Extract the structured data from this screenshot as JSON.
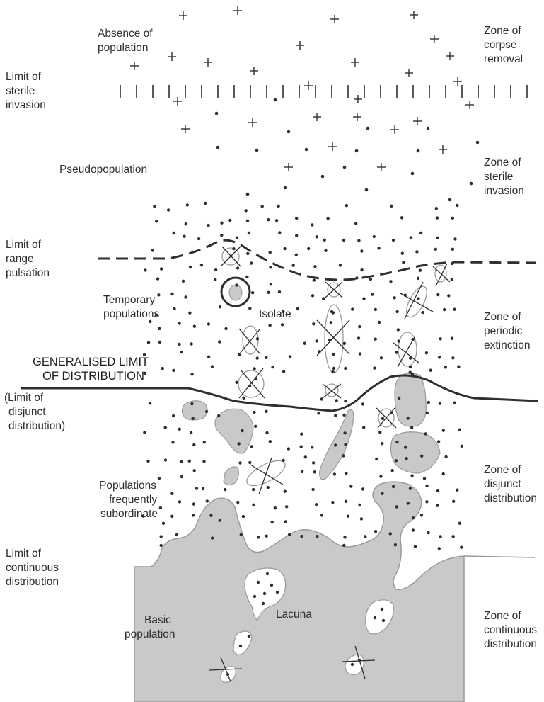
{
  "labels": {
    "absence": [
      "Absence of",
      "population"
    ],
    "corpse": [
      "Zone of",
      "corpse",
      "removal"
    ],
    "sterile_limit": [
      "Limit of",
      "sterile",
      "invasion"
    ],
    "pseudo": [
      "Pseudopopulation"
    ],
    "sterile_zone": [
      "Zone of",
      "sterile",
      "invasion"
    ],
    "range_limit": [
      "Limit of",
      "range",
      "pulsation"
    ],
    "temporary": [
      "Temporary",
      "populations"
    ],
    "isolate": [
      "Isolate"
    ],
    "periodic": [
      "Zone of",
      "periodic",
      "extinction"
    ],
    "generalised": [
      "GENERALISED LIMIT",
      "OF DISTRIBUTION"
    ],
    "disjunct_limit": [
      "(Limit of",
      "disjunct",
      "distribution)"
    ],
    "subordinate": [
      "Populations",
      "frequently",
      "subordinate"
    ],
    "disjunct_zone": [
      "Zone of",
      "disjunct",
      "distribution"
    ],
    "continuous_limit": [
      "Limit of",
      "continuous",
      "distribution"
    ],
    "basic": [
      "Basic",
      "population"
    ],
    "lacuna": [
      "Lacuna"
    ],
    "continuous_zone": [
      "Zone of",
      "continuous",
      "distribution"
    ]
  },
  "colors": {
    "fill": "#c8c9cb",
    "ink": "#2f2f2f",
    "outline": "#9a9a9a",
    "background": "#ffffff"
  }
}
